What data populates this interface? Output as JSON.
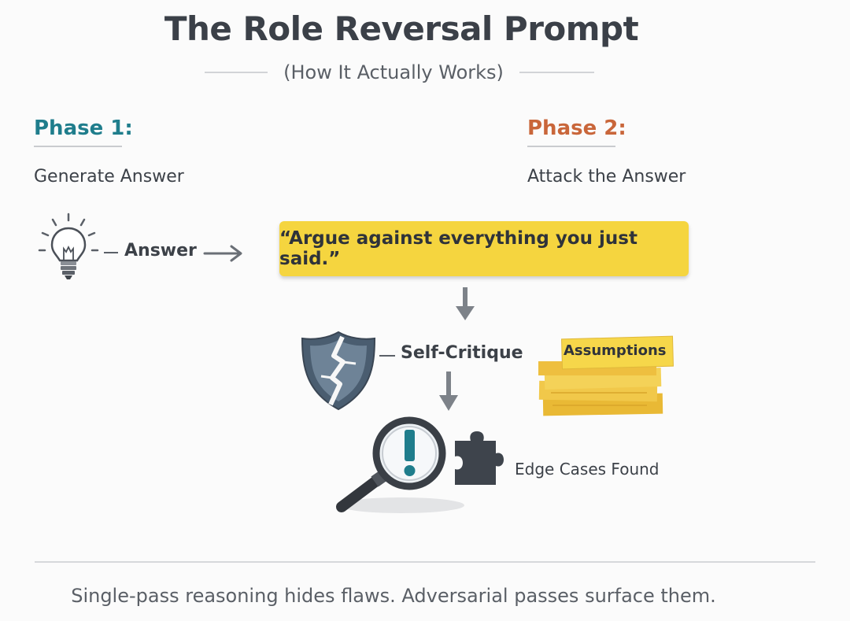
{
  "title": "The Role Reversal Prompt",
  "subtitle": "(How It Actually Works)",
  "phase1": {
    "label": "Phase 1:",
    "description": "Generate Answer",
    "color": "#1f7d8c"
  },
  "phase2": {
    "label": "Phase 2:",
    "description": "Attack the Answer",
    "color": "#c9663a"
  },
  "flow": {
    "answer_label": "Answer",
    "prompt_quote": "“Argue against everything you just said.”",
    "self_critique_label": "Self-Critique",
    "assumptions_label": "Assumptions",
    "edge_cases_label": "Edge Cases Found"
  },
  "icons": {
    "idea": "lightbulb-icon",
    "arrow": "arrow-right-icon",
    "down": "arrow-down-icon",
    "critique": "cracked-shield-icon",
    "assumptions": "sticky-notes-icon",
    "search": "magnifying-glass-icon",
    "puzzle": "puzzle-piece-icon"
  },
  "colors": {
    "accent_yellow": "#f5d53f",
    "phase1_teal": "#1f7d8c",
    "phase2_orange": "#c9663a",
    "text_dark": "#3c4148"
  },
  "footer": "Single-pass reasoning hides flaws. Adversarial passes surface them."
}
